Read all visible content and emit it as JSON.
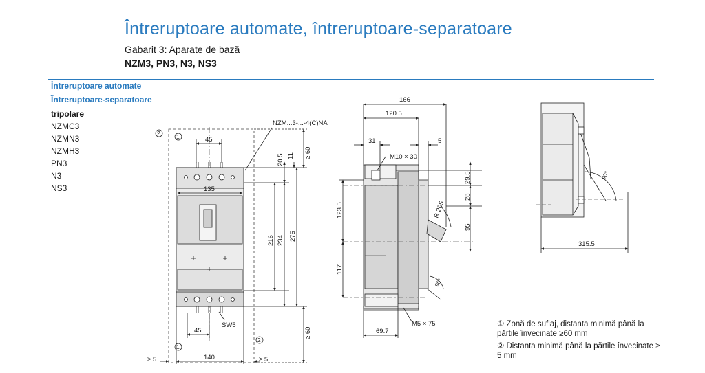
{
  "header": {
    "title": "Întreruptoare automate, întreruptoare-separatoare",
    "subtitle": "Gabarit 3: Aparate de bază",
    "models": "NZM3, PN3, N3, NS3"
  },
  "sidebar": {
    "category_1": "Întreruptoare automate",
    "category_2": "Întreruptoare-separatoare",
    "poles": "tripolare",
    "items": [
      "NZMC3",
      "NZMN3",
      "NZMH3",
      "PN3",
      "N3",
      "NS3"
    ]
  },
  "front_view": {
    "marker_2": "2",
    "marker_1": "1",
    "callout": "NZM...3-...-4(C)NA",
    "dim_top_45": "45",
    "dim_135": "135",
    "dim_20_5": "20.5",
    "dim_11": "11",
    "dim_ge60_top": "≥ 60",
    "dim_216": "216",
    "dim_234": "234",
    "dim_275": "275",
    "dim_bottom_45": "45",
    "label_sw5": "SW5",
    "dim_ge60_bottom": "≥ 60",
    "dim_140": "140",
    "dim_ge5_left": "≥ 5",
    "dim_ge5_right": "≥ 5"
  },
  "side_view": {
    "dim_166": "166",
    "dim_120_5": "120.5",
    "dim_31": "31",
    "dim_5": "5",
    "label_m10": "M10 × 30",
    "dim_29_5": "29.5",
    "dim_28": "28",
    "dim_123_5": "123.5",
    "label_r205": "R 205",
    "dim_95": "95",
    "dim_117": "117",
    "label_angle_bottom": "90°",
    "label_m5": "M5 × 75",
    "dim_69_7": "69.7"
  },
  "rear_view": {
    "label_angle": "90°",
    "dim_315_5": "315.5"
  },
  "notes": {
    "note_1": "① Zonă de suflaj, distanta minimă până la părtile învecinate ≥60 mm",
    "note_2": "② Distanta minimă până la părtile învecinate ≥ 5 mm"
  }
}
